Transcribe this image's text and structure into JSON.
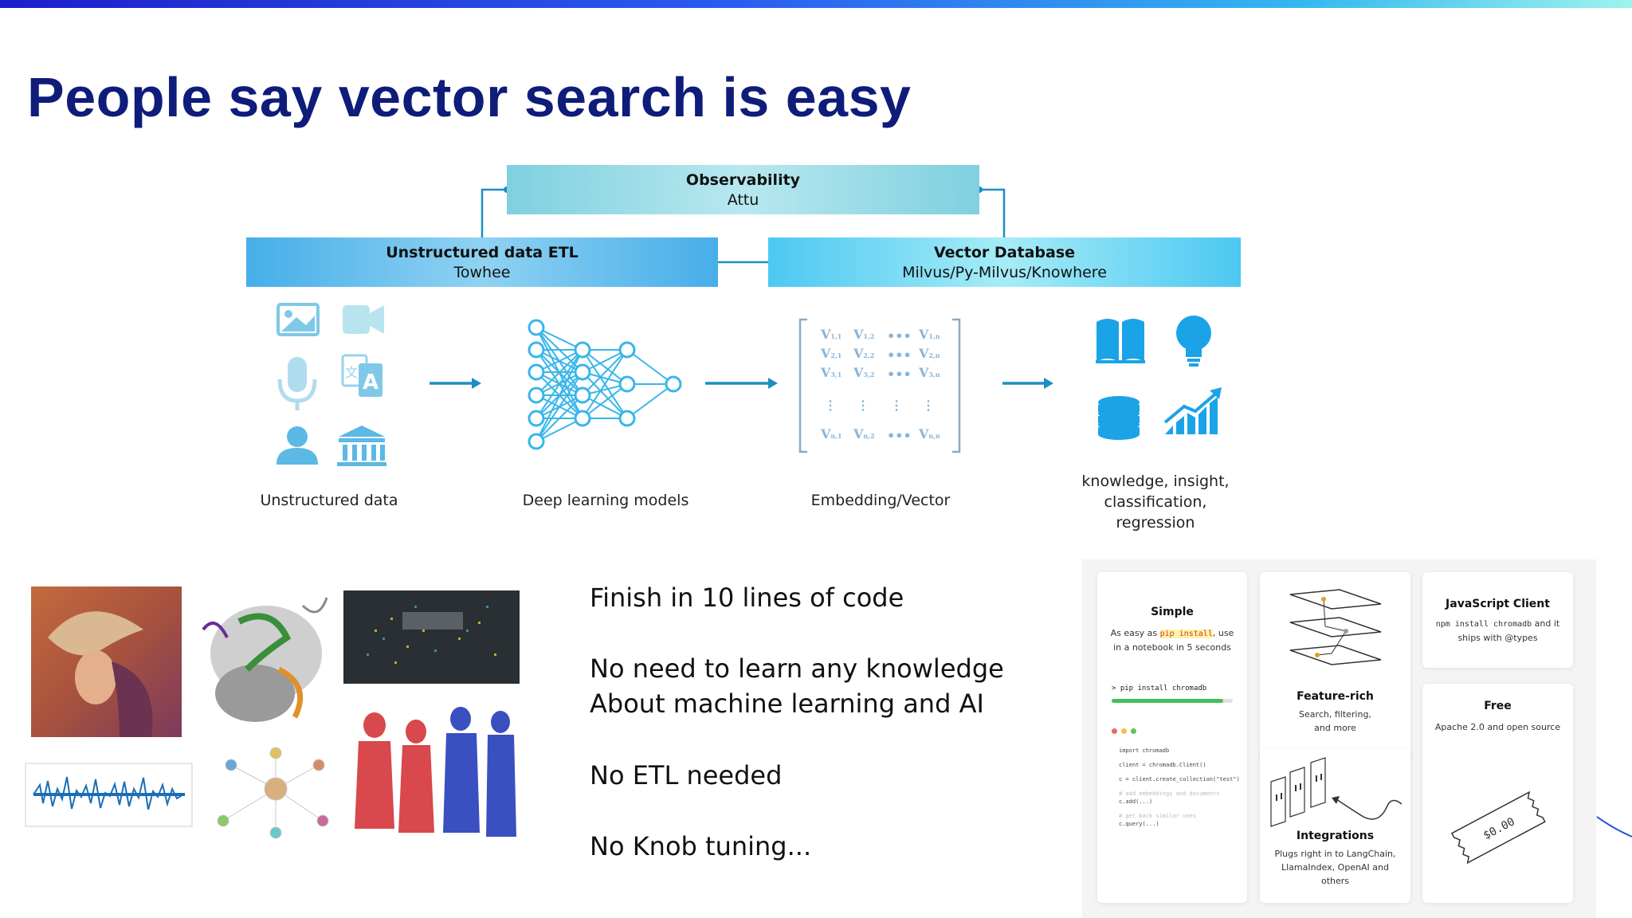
{
  "title": "People say vector search is easy",
  "colors": {
    "title": "#0f1c7a",
    "accent": "#1a8fc4",
    "icon": "#1ba3e8"
  },
  "diagram": {
    "observability": {
      "heading": "Observability",
      "sub": "Attu"
    },
    "etl": {
      "heading": "Unstructured data ETL",
      "sub": "Towhee"
    },
    "vdb": {
      "heading": "Vector Database",
      "sub": "Milvus/Py-Milvus/Knowhere"
    },
    "stages": [
      {
        "label": "Unstructured data"
      },
      {
        "label": "Deep learning models"
      },
      {
        "label": "Embedding/Vector"
      },
      {
        "label": "knowledge, insight,\nclassification,\nregression"
      }
    ],
    "icons": [
      "image-icon",
      "video-icon",
      "microphone-icon",
      "translate-icon",
      "person-icon",
      "bank-icon",
      "book-icon",
      "lightbulb-icon",
      "database-icon",
      "growth-chart-icon"
    ]
  },
  "claims": [
    "Finish in 10 lines of code",
    "No need to learn any knowledge",
    "About machine learning and AI",
    "No ETL needed",
    "No Knob tuning..."
  ],
  "cards": {
    "simple": {
      "title": "Simple",
      "desc_pre": "As easy as ",
      "desc_code": "pip install",
      "desc_post": ", use",
      "desc_line2": "in a notebook in 5 seconds",
      "terminal": "> pip install chromadb"
    },
    "code_lines": [
      "import chromadb",
      "client = chromadb.Client()",
      "c = client.create_collection(\"test\")",
      "# add embeddings and documents",
      "c.add(...)",
      "# get back similar ones",
      "c.query(...)"
    ],
    "feature": {
      "title": "Feature-rich",
      "desc1": "Search, filtering,",
      "desc2": "and more"
    },
    "integrations": {
      "title": "Integrations",
      "desc1": "Plugs right in to LangChain,",
      "desc2": "LlamaIndex, OpenAI and",
      "desc3": "others"
    },
    "js": {
      "title": "JavaScript Client",
      "desc_code": "npm install chromadb",
      "desc_post": " and it",
      "desc_line2": "ships with @types"
    },
    "free": {
      "title": "Free",
      "desc": "Apache 2.0 and open source",
      "tag": "$0.00"
    }
  }
}
